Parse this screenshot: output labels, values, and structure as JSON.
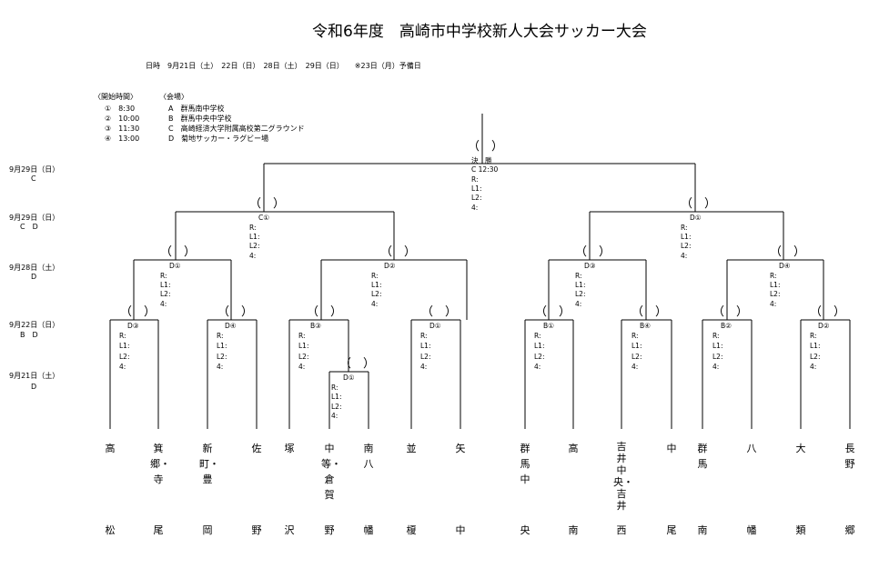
{
  "title": "令和6年度　高崎市中学校新人大会サッカー大会",
  "schedule": "日時　9月21日（土）　22日（日）　28日（土）　29日（日）　　※23日（月）予備日",
  "legend": {
    "time_header": "〈開始時間〉",
    "venue_header": "〈会場〉",
    "times": [
      "①　8:30",
      "②　10:00",
      "③　11:30",
      "④　13:00"
    ],
    "venues": [
      "A　群馬南中学校",
      "B　群馬中央中学校",
      "C　高崎経済大学附属高校第二グラウンド",
      "D　菊地サッカー・ラグビー場"
    ]
  },
  "rounds": [
    {
      "date": "9月29日（日）",
      "venue": "C"
    },
    {
      "date": "9月29日（日）",
      "venue": "C　D"
    },
    {
      "date": "9月28日（土）",
      "venue": "D"
    },
    {
      "date": "9月22日（日）",
      "venue": "B　D"
    },
    {
      "date": "9月21日（土）",
      "venue": "D"
    }
  ],
  "paren": "（　）",
  "score_lines": [
    "R:",
    "L1:",
    "L2:",
    "4:"
  ],
  "final": {
    "label": "決　勝",
    "match": "C 12:30"
  },
  "matches": {
    "semi_left": "C①",
    "semi_right": "D①",
    "qf1": "D①",
    "qf2": "D②",
    "qf3": "D③",
    "qf4": "D④",
    "r1_1": "D③",
    "r1_2": "D④",
    "r1_3": "B③",
    "r1_4": "D①",
    "r1_5": "B①",
    "r1_6": "B④",
    "r1_7": "B②",
    "r1_8": "D②",
    "r0": "D①"
  },
  "teams": [
    {
      "top": "高",
      "bottom": "松"
    },
    {
      "top": "箕郷・寺",
      "bottom": "尾"
    },
    {
      "top": "新町・豊",
      "bottom": "岡"
    },
    {
      "top": "佐",
      "bottom": "野"
    },
    {
      "top": "塚",
      "bottom": "沢"
    },
    {
      "top": "中等・倉賀",
      "bottom": "野"
    },
    {
      "top": "南　八",
      "bottom": "幡"
    },
    {
      "top": "並",
      "bottom": "榎"
    },
    {
      "top": "矢",
      "bottom": "中"
    },
    {
      "top": "群馬中",
      "bottom": "央"
    },
    {
      "top": "高",
      "bottom": "南"
    },
    {
      "top": "吉井中央・吉井",
      "bottom": "西"
    },
    {
      "top": "中",
      "bottom": "尾"
    },
    {
      "top": "群　馬",
      "bottom": "南"
    },
    {
      "top": "八",
      "bottom": "幡"
    },
    {
      "top": "大",
      "bottom": "類"
    },
    {
      "top": "長野",
      "bottom": "郷"
    }
  ]
}
